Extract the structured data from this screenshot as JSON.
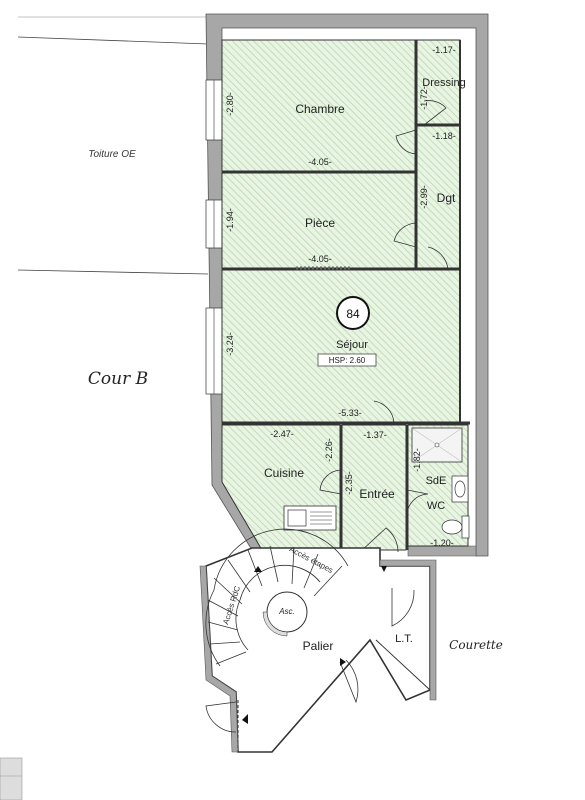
{
  "labels": {
    "toiture": "Toiture OE",
    "cour_b": "Cour B",
    "courette": "Courette",
    "rooms": {
      "chambre": "Chambre",
      "dressing": "Dressing",
      "piece": "Pièce",
      "dgt": "Dgt",
      "sejour": "Séjour",
      "cuisine": "Cuisine",
      "entree": "Entrée",
      "sde": "SdE",
      "wc": "WC",
      "palier": "Palier",
      "lt": "L.T.",
      "asc": "Asc."
    },
    "circle_number": "84",
    "hsp": "HSP:  2.60",
    "stairs_note_1": "Accès étapes",
    "stairs_note_2": "Accès RdC"
  },
  "dimensions": {
    "chambre_h": "-2.80-",
    "chambre_w": "-4.05-",
    "dressing_w": "-1.17-",
    "dressing_h": "-1.72-",
    "dgt_w": "-1.18-",
    "dgt_h": "-2.99-",
    "piece_h": "-1.94-",
    "piece_w": "-4.05-",
    "sejour_h": "-3.24-",
    "sejour_w": "-5.33-",
    "cuisine_w": "-2.47-",
    "cuisine_h": "-2.26-",
    "entree_w": "-1.37-",
    "entree_h": "-2.35-",
    "sde_h": "-1.82-",
    "sde_w": "-1.20-"
  },
  "colors": {
    "wall": "#a7a7a7",
    "wall_stroke": "#555555",
    "room_fill": "#e9f4e4",
    "hatch": "#b6d9aa",
    "line": "#333333"
  }
}
